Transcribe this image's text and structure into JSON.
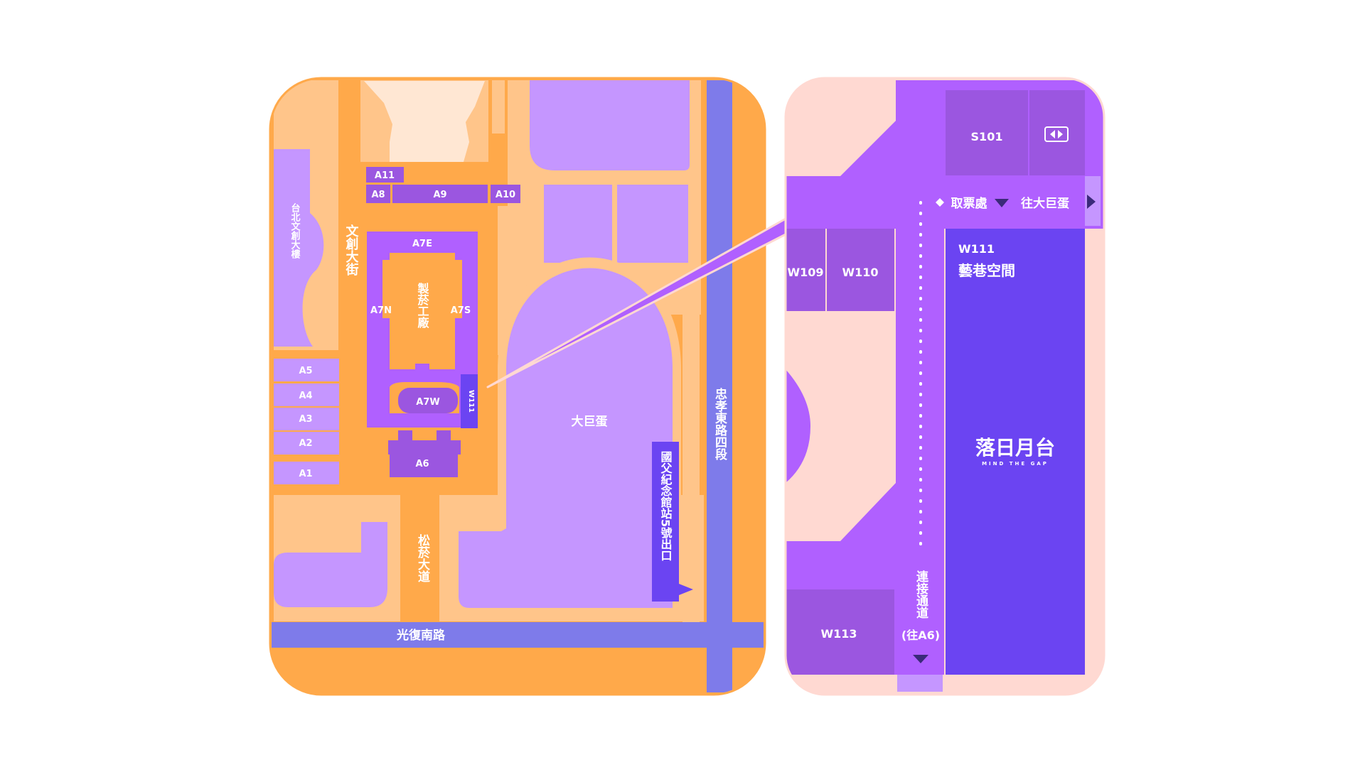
{
  "colors": {
    "orange": "#FFA94A",
    "light_orange": "#FFC58A",
    "cream": "#FFE7D3",
    "lilac": "#C596FF",
    "purple": "#9B56E0",
    "bright_purple": "#B060FF",
    "deep_purple": "#6B44F2",
    "road_blue": "#7E7BEA",
    "pink_bg": "#FFD9D2"
  },
  "left_map": {
    "buildings": {
      "wenchuang_tower": "台北文創大樓",
      "a11": "A11",
      "a8": "A8",
      "a9": "A9",
      "a10": "A10",
      "a7e": "A7E",
      "a7n": "A7N",
      "a7s": "A7S",
      "a7w": "A7W",
      "w111_small": "W111",
      "factory": "製菸工廠",
      "a6": "A6",
      "a5": "A5",
      "a4": "A4",
      "a3": "A3",
      "a2": "A2",
      "a1": "A1",
      "dome": "大巨蛋"
    },
    "roads": {
      "wenchuang_st": "文創大街",
      "songyan_ave": "松菸大道",
      "guangfu_rd": "光復南路",
      "zhongxiao_rd": "忠孝東路四段"
    },
    "station_exit": "國父紀念館站5號出口"
  },
  "right_map": {
    "rooms": {
      "s101": "S101",
      "w109": "W109",
      "w110": "W110",
      "w111_code": "W111",
      "w111_name": "藝巷空間",
      "w113": "W113"
    },
    "ticket": "取票處",
    "to_dome": "往大巨蛋",
    "passage": "連接通道",
    "passage_note": "(往A6)",
    "logo": {
      "title": "落日月台",
      "subtitle": "MIND THE GAP"
    },
    "icons": [
      "elevator-icon",
      "ticket-diamond-icon",
      "arrow-down-icon",
      "arrow-right-icon"
    ]
  }
}
